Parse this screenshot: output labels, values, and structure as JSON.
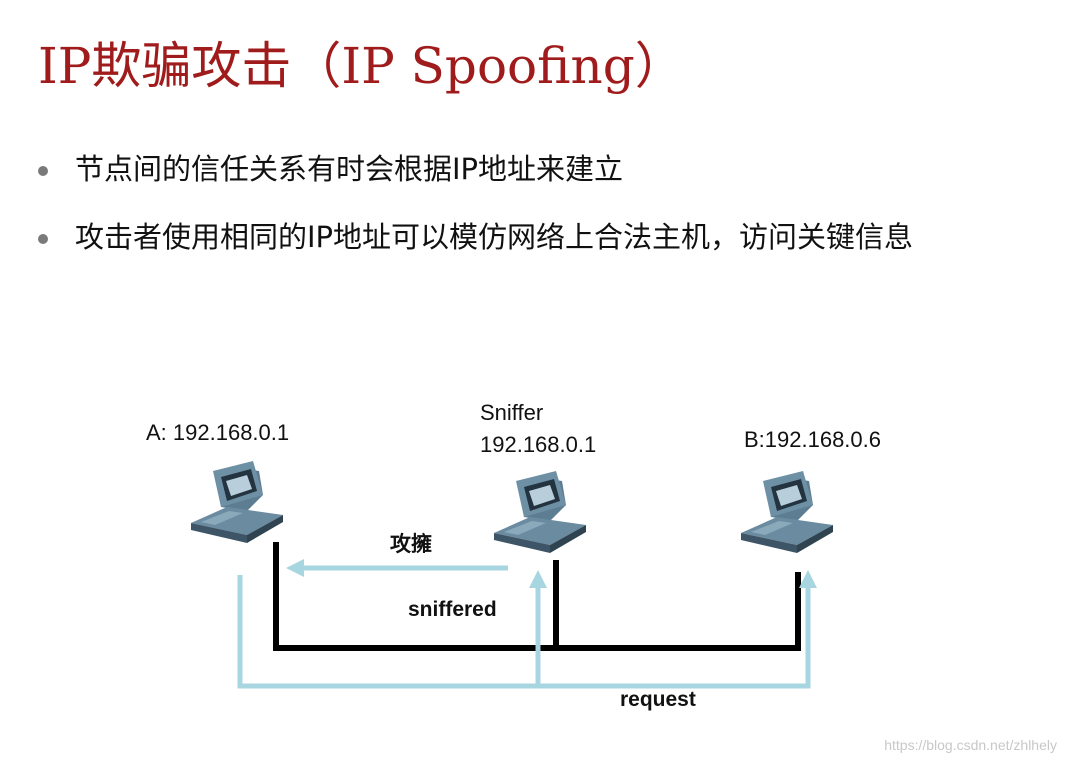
{
  "title": "IP欺骗攻击（IP Spoofing）",
  "bullets": [
    "节点间的信任关系有时会根据IP地址来建立",
    "攻击者使用相同的IP地址可以模仿网络上合法主机，访问关键信息"
  ],
  "nodes": {
    "a": {
      "label": "A: 192.168.0.1"
    },
    "sniffer": {
      "line1": "Sniffer",
      "line2": "192.168.0.1"
    },
    "b": {
      "label": "B:192.168.0.6"
    }
  },
  "edges": {
    "attack": "攻擁",
    "sniffered": "sniffered",
    "request": "request"
  },
  "colors": {
    "title": "#a01c1c",
    "arrow": "#a8d6e0",
    "wire": "#000000"
  },
  "watermark": "https://blog.csdn.net/zhlhely"
}
